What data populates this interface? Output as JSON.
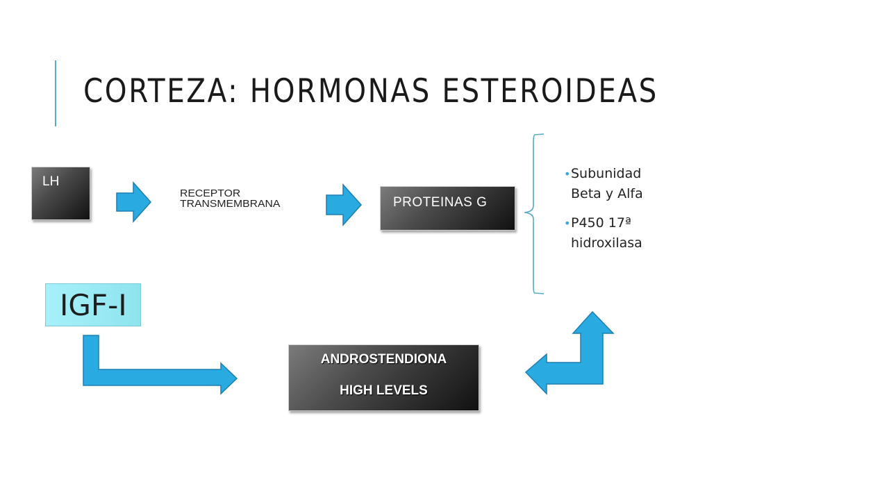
{
  "slide": {
    "title": "CORTEZA: HORMONAS ESTEROIDEAS"
  },
  "diagram": {
    "lh_label": "LH",
    "receptor_line1": "RECEPTOR",
    "receptor_line2": "TRANSMEMBRANA",
    "proteinas_label": "PROTEINAS G",
    "bullets": [
      {
        "line1": "Subunidad",
        "line2": "Beta y Alfa"
      },
      {
        "line1": "P450 17ª",
        "line2": "hidroxilasa"
      }
    ],
    "igf_label": "IGF-I",
    "androstendiona_label": "ANDROSTENDIONA",
    "high_levels_label": "HIGH LEVELS"
  },
  "colors": {
    "arrow_fill": "#29abe2",
    "arrow_stroke": "#1f7fb0",
    "accent": "#5aa9c9",
    "igf_fill": "#a6f0fa",
    "bullet_dot": "#3aa6dc"
  }
}
